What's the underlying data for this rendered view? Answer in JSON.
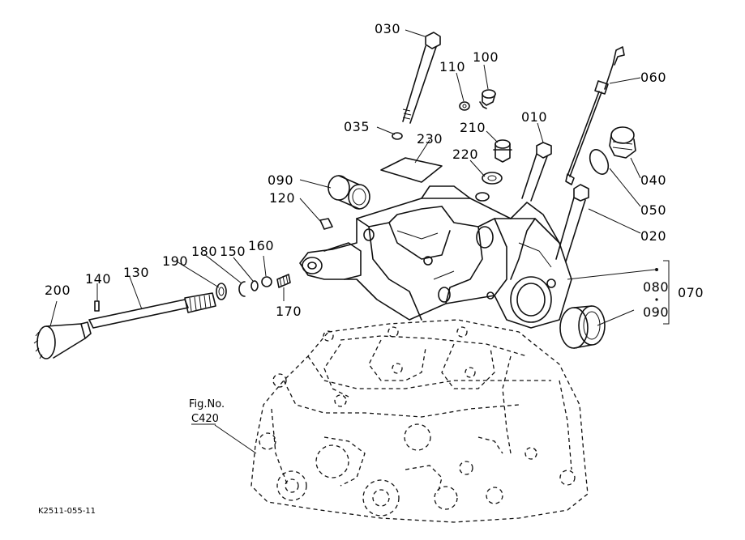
{
  "drawing_id": "K2511-055-11",
  "fig_ref": {
    "line1": "Fig.No.",
    "line2": "C420"
  },
  "group_label": "070",
  "callouts": [
    {
      "id": "030",
      "text": "030"
    },
    {
      "id": "110",
      "text": "110"
    },
    {
      "id": "100",
      "text": "100"
    },
    {
      "id": "060",
      "text": "060"
    },
    {
      "id": "035",
      "text": "035"
    },
    {
      "id": "210",
      "text": "210"
    },
    {
      "id": "010",
      "text": "010"
    },
    {
      "id": "230",
      "text": "230"
    },
    {
      "id": "220",
      "text": "220"
    },
    {
      "id": "040",
      "text": "040"
    },
    {
      "id": "090a",
      "text": "090"
    },
    {
      "id": "120",
      "text": "120"
    },
    {
      "id": "050",
      "text": "050"
    },
    {
      "id": "020",
      "text": "020"
    },
    {
      "id": "190",
      "text": "190"
    },
    {
      "id": "180",
      "text": "180"
    },
    {
      "id": "150",
      "text": "150"
    },
    {
      "id": "160",
      "text": "160"
    },
    {
      "id": "140",
      "text": "140"
    },
    {
      "id": "130",
      "text": "130"
    },
    {
      "id": "200",
      "text": "200"
    },
    {
      "id": "170",
      "text": "170"
    },
    {
      "id": "080",
      "text": "080"
    },
    {
      "id": "090b",
      "text": "090"
    }
  ]
}
